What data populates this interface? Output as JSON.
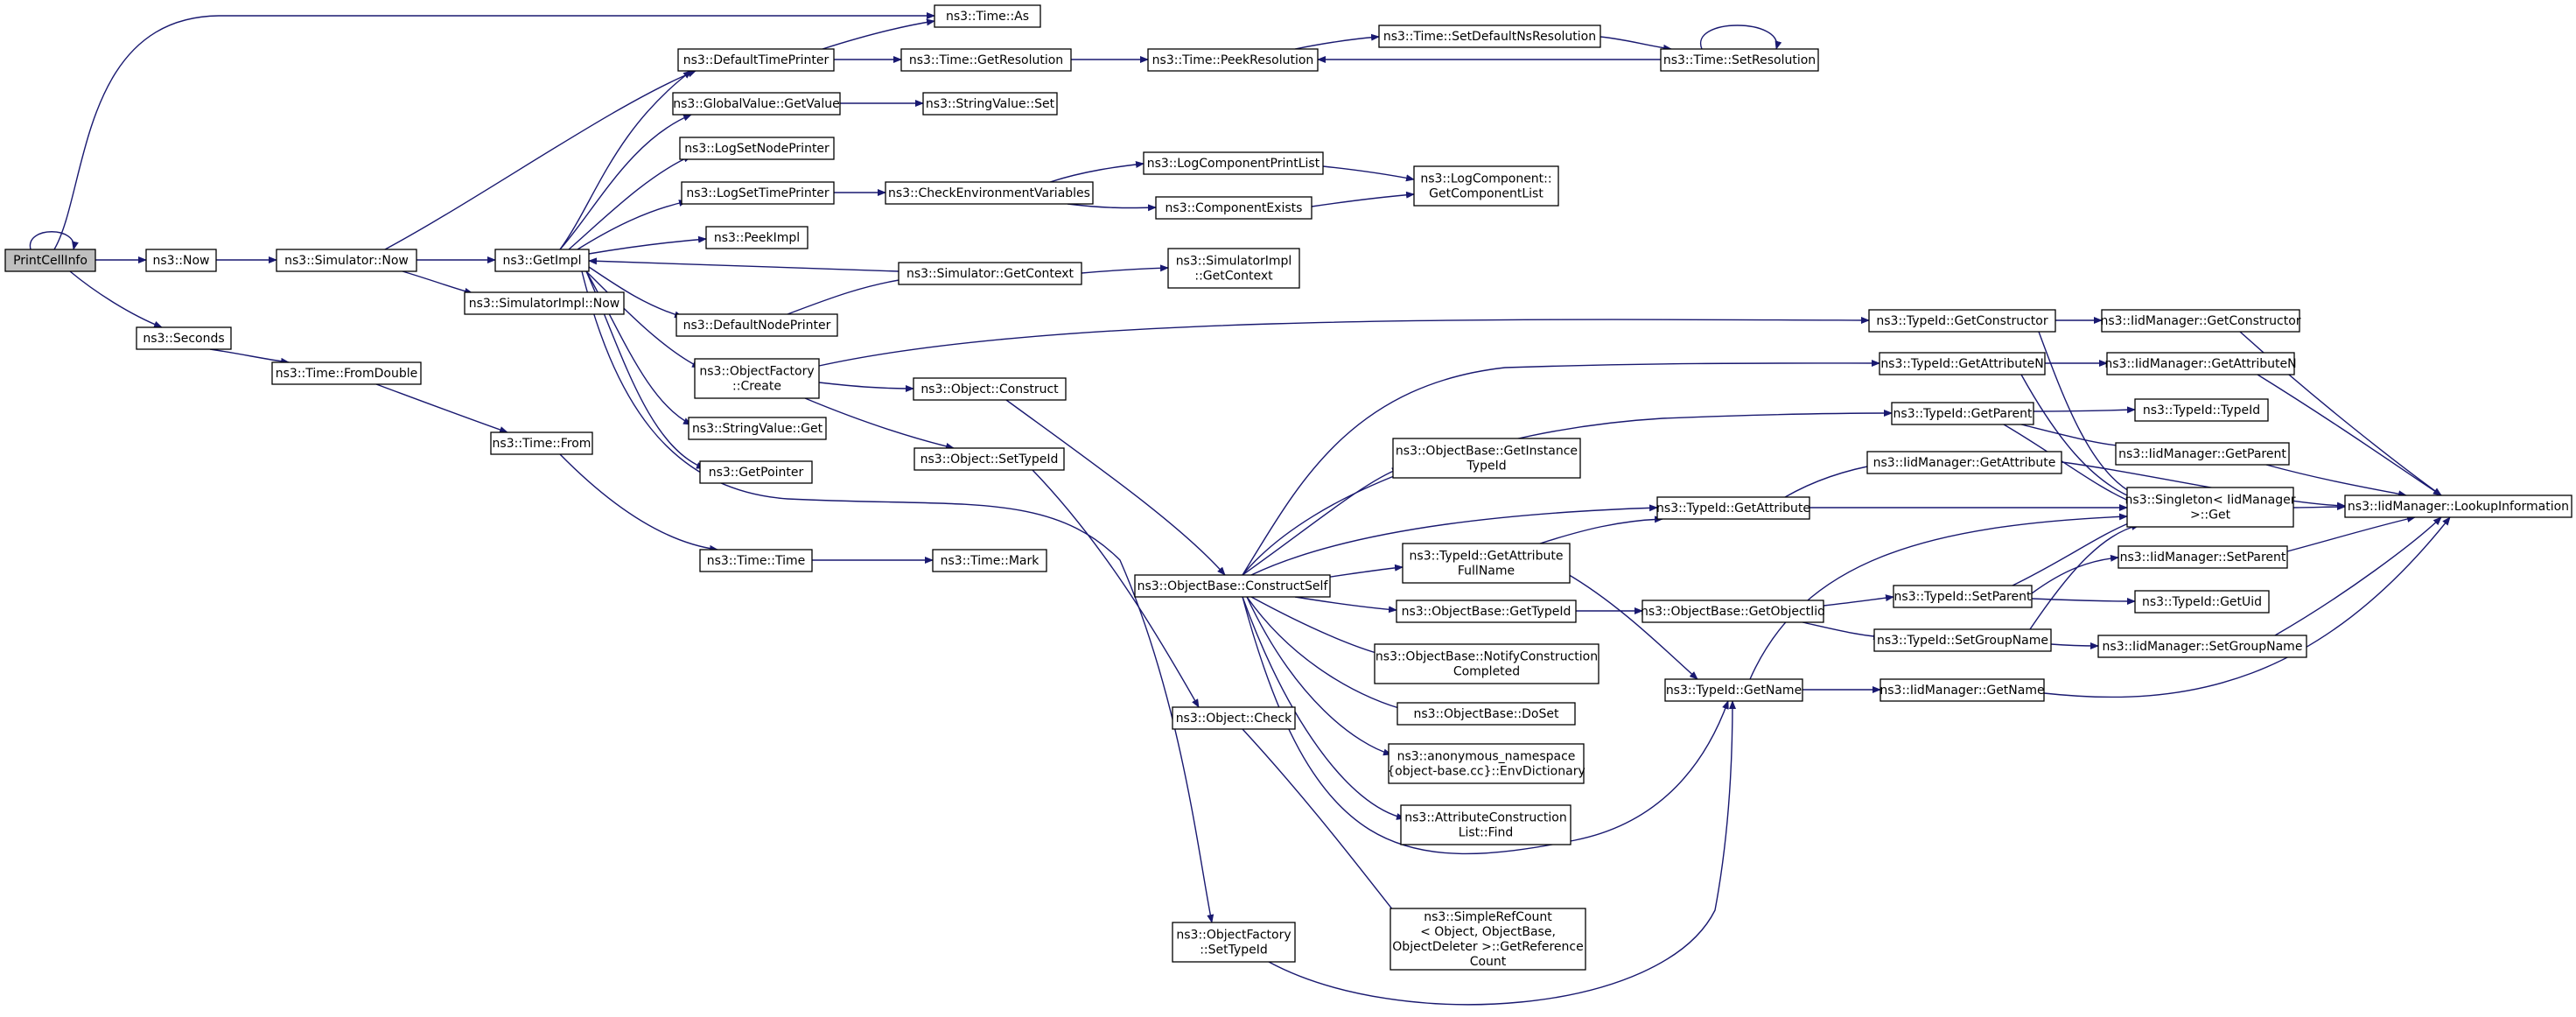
{
  "graph": {
    "colors": {
      "edge": "#191970",
      "node_border": "#000000",
      "root_fill": "#bfbfbf",
      "node_fill": "#ffffff",
      "background": "#ffffff"
    },
    "nodes": [
      {
        "id": "PrintCellInfo",
        "lines": [
          "PrintCellInfo"
        ],
        "root": true
      },
      {
        "id": "Now",
        "lines": [
          "ns3::Now"
        ]
      },
      {
        "id": "Seconds",
        "lines": [
          "ns3::Seconds"
        ]
      },
      {
        "id": "TimeAs",
        "lines": [
          "ns3::Time::As"
        ]
      },
      {
        "id": "SimNow",
        "lines": [
          "ns3::Simulator::Now"
        ]
      },
      {
        "id": "GetImpl",
        "lines": [
          "ns3::GetImpl"
        ]
      },
      {
        "id": "SimImplNow",
        "lines": [
          "ns3::SimulatorImpl::Now"
        ]
      },
      {
        "id": "TimeFromDouble",
        "lines": [
          "ns3::Time::FromDouble"
        ]
      },
      {
        "id": "TimeFrom",
        "lines": [
          "ns3::Time::From"
        ]
      },
      {
        "id": "TimeTime",
        "lines": [
          "ns3::Time::Time"
        ]
      },
      {
        "id": "TimeMark",
        "lines": [
          "ns3::Time::Mark"
        ]
      },
      {
        "id": "DefaultTimePrinter",
        "lines": [
          "ns3::DefaultTimePrinter"
        ]
      },
      {
        "id": "GlobalValueGetValue",
        "lines": [
          "ns3::GlobalValue::GetValue"
        ]
      },
      {
        "id": "LogSetNodePrinter",
        "lines": [
          "ns3::LogSetNodePrinter"
        ]
      },
      {
        "id": "LogSetTimePrinter",
        "lines": [
          "ns3::LogSetTimePrinter"
        ]
      },
      {
        "id": "PeekImpl",
        "lines": [
          "ns3::PeekImpl"
        ]
      },
      {
        "id": "DefaultNodePrinter",
        "lines": [
          "ns3::DefaultNodePrinter"
        ]
      },
      {
        "id": "ObjectFactoryCreate",
        "lines": [
          "ns3::ObjectFactory",
          "::Create"
        ]
      },
      {
        "id": "StringValueGet",
        "lines": [
          "ns3::StringValue::Get"
        ]
      },
      {
        "id": "GetPointer",
        "lines": [
          "ns3::GetPointer"
        ]
      },
      {
        "id": "TimeGetResolution",
        "lines": [
          "ns3::Time::GetResolution"
        ]
      },
      {
        "id": "StringValueSet",
        "lines": [
          "ns3::StringValue::Set"
        ]
      },
      {
        "id": "CheckEnvVars",
        "lines": [
          "ns3::CheckEnvironmentVariables"
        ]
      },
      {
        "id": "SimGetContext",
        "lines": [
          "ns3::Simulator::GetContext"
        ]
      },
      {
        "id": "ObjectConstruct",
        "lines": [
          "ns3::Object::Construct"
        ]
      },
      {
        "id": "ObjectSetTypeId",
        "lines": [
          "ns3::Object::SetTypeId"
        ]
      },
      {
        "id": "TimePeekResolution",
        "lines": [
          "ns3::Time::PeekResolution"
        ]
      },
      {
        "id": "LogComponentPrintList",
        "lines": [
          "ns3::LogComponentPrintList"
        ]
      },
      {
        "id": "ComponentExists",
        "lines": [
          "ns3::ComponentExists"
        ]
      },
      {
        "id": "SimImplGetContext",
        "lines": [
          "ns3::SimulatorImpl",
          "::GetContext"
        ]
      },
      {
        "id": "ObjectBaseConstructSelf",
        "lines": [
          "ns3::ObjectBase::ConstructSelf"
        ]
      },
      {
        "id": "ObjectCheck",
        "lines": [
          "ns3::Object::Check"
        ]
      },
      {
        "id": "ObjectFactorySetTypeId",
        "lines": [
          "ns3::ObjectFactory",
          "::SetTypeId"
        ]
      },
      {
        "id": "TimeSetDefaultNsResolution",
        "lines": [
          "ns3::Time::SetDefaultNsResolution"
        ]
      },
      {
        "id": "TimeSetResolution",
        "lines": [
          "ns3::Time::SetResolution"
        ]
      },
      {
        "id": "LogComponentGetComponentList",
        "lines": [
          "ns3::LogComponent::",
          "GetComponentList"
        ]
      },
      {
        "id": "ObjectBaseGetInstanceTypeId",
        "lines": [
          "ns3::ObjectBase::GetInstance",
          "TypeId"
        ]
      },
      {
        "id": "TypeIdGetAttributeFullName",
        "lines": [
          "ns3::TypeId::GetAttribute",
          "FullName"
        ]
      },
      {
        "id": "ObjectBaseGetTypeId",
        "lines": [
          "ns3::ObjectBase::GetTypeId"
        ]
      },
      {
        "id": "ObjectBaseNotifyConstructionCompleted",
        "lines": [
          "ns3::ObjectBase::NotifyConstruction",
          "Completed"
        ]
      },
      {
        "id": "ObjectBaseDoSet",
        "lines": [
          "ns3::ObjectBase::DoSet"
        ]
      },
      {
        "id": "AnonEnvDictionary",
        "lines": [
          "ns3::anonymous_namespace",
          "{object-base.cc}::EnvDictionary"
        ]
      },
      {
        "id": "AttributeConstructionListFind",
        "lines": [
          "ns3::AttributeConstruction",
          "List::Find"
        ]
      },
      {
        "id": "SimpleRefCountGetReferenceCount",
        "lines": [
          "ns3::SimpleRefCount",
          "< Object, ObjectBase,",
          "ObjectDeleter >::GetReference",
          "Count"
        ]
      },
      {
        "id": "TypeIdGetConstructor",
        "lines": [
          "ns3::TypeId::GetConstructor"
        ]
      },
      {
        "id": "TypeIdGetAttributeN",
        "lines": [
          "ns3::TypeId::GetAttributeN"
        ]
      },
      {
        "id": "TypeIdGetParent",
        "lines": [
          "ns3::TypeId::GetParent"
        ]
      },
      {
        "id": "TypeIdGetAttribute",
        "lines": [
          "ns3::TypeId::GetAttribute"
        ]
      },
      {
        "id": "ObjectBaseGetObjectIid",
        "lines": [
          "ns3::ObjectBase::GetObjectIid"
        ]
      },
      {
        "id": "TypeIdGetName",
        "lines": [
          "ns3::TypeId::GetName"
        ]
      },
      {
        "id": "TypeIdSetParent",
        "lines": [
          "ns3::TypeId::SetParent"
        ]
      },
      {
        "id": "TypeIdSetGroupName",
        "lines": [
          "ns3::TypeId::SetGroupName"
        ]
      },
      {
        "id": "IidManagerGetConstructor",
        "lines": [
          "ns3::IidManager::GetConstructor"
        ]
      },
      {
        "id": "IidManagerGetAttributeN",
        "lines": [
          "ns3::IidManager::GetAttributeN"
        ]
      },
      {
        "id": "TypeIdTypeId",
        "lines": [
          "ns3::TypeId::TypeId"
        ]
      },
      {
        "id": "IidManagerGetParent",
        "lines": [
          "ns3::IidManager::GetParent"
        ]
      },
      {
        "id": "IidManagerGetAttribute",
        "lines": [
          "ns3::IidManager::GetAttribute"
        ]
      },
      {
        "id": "SingletonGet",
        "lines": [
          "ns3::Singleton< IidManager",
          " >::Get"
        ]
      },
      {
        "id": "IidManagerSetParent",
        "lines": [
          "ns3::IidManager::SetParent"
        ]
      },
      {
        "id": "TypeIdGetUid",
        "lines": [
          "ns3::TypeId::GetUid"
        ]
      },
      {
        "id": "IidManagerSetGroupName",
        "lines": [
          "ns3::IidManager::SetGroupName"
        ]
      },
      {
        "id": "IidManagerGetName",
        "lines": [
          "ns3::IidManager::GetName"
        ]
      },
      {
        "id": "IidManagerLookupInformation",
        "lines": [
          "ns3::IidManager::LookupInformation"
        ]
      }
    ]
  }
}
